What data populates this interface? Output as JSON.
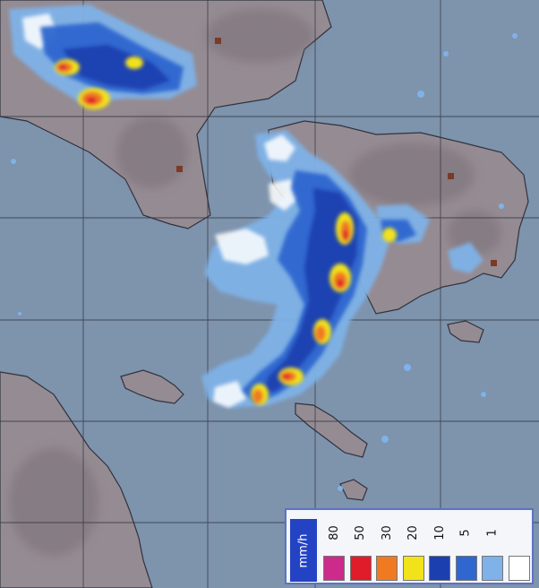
{
  "legend": {
    "unit": "mm/h",
    "items": [
      {
        "label": "80",
        "color": "#cc2b8c"
      },
      {
        "label": "50",
        "color": "#e01b2a"
      },
      {
        "label": "30",
        "color": "#ef7a22"
      },
      {
        "label": "20",
        "color": "#f2e21a"
      },
      {
        "label": "10",
        "color": "#1c3fb0"
      },
      {
        "label": "5",
        "color": "#2f66cf"
      },
      {
        "label": "1",
        "color": "#7fb2e8"
      },
      {
        "label": "",
        "color": "#ffffff"
      }
    ]
  },
  "colors": {
    "sea": "#7e93ac",
    "land": "#958b92",
    "land_dark": "#7a6f78",
    "coast": "#2f3340",
    "grid": "#2a2f3a",
    "city_marker": "#7a3a28"
  }
}
